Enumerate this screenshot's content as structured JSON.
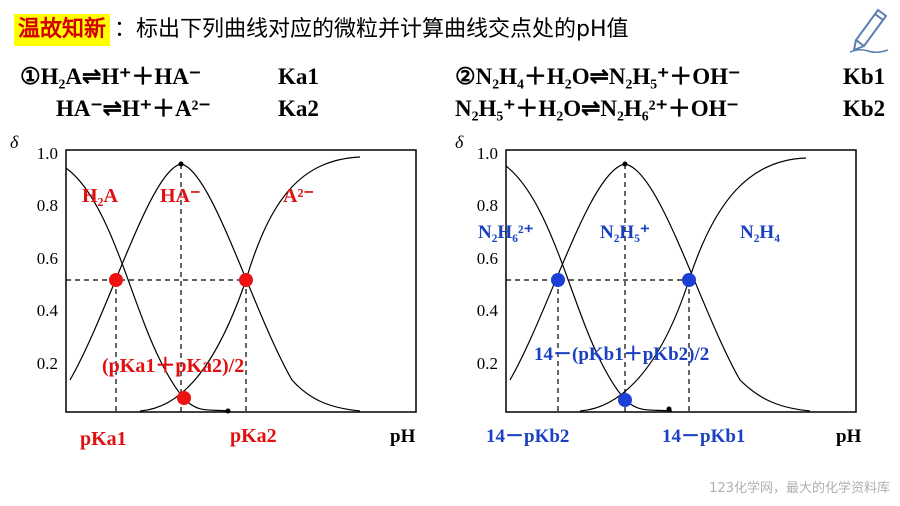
{
  "header": {
    "tag": "温故知新",
    "text": "：标出下列曲线对应的微粒并计算曲线交点处的pH值"
  },
  "left_equations": {
    "eq1": {
      "num": "①",
      "lhs": "H₂A⇌H⁺＋HA⁻",
      "k": "Ka1"
    },
    "eq2": {
      "lhs": "HA⁻⇌H⁺＋A²⁻",
      "k": "Ka2"
    }
  },
  "right_equations": {
    "eq1": {
      "num": "②",
      "lhs": "N₂H₄＋H₂O⇌N₂H₅⁺＋OH⁻",
      "k": "Kb1"
    },
    "eq2": {
      "lhs": "N₂H₅⁺＋H₂O⇌N₂H₆²⁺＋OH⁻",
      "k": "Kb2"
    }
  },
  "chart_data": [
    {
      "type": "line",
      "ylabel": "δ",
      "xlabel": "pH",
      "yticks": [
        "1.0",
        "0.8",
        "0.6",
        "0.4",
        "0.2"
      ],
      "ylim": [
        0,
        1.0
      ],
      "series": [
        {
          "name": "H₂A",
          "color": "#e01010"
        },
        {
          "name": "HA⁻",
          "color": "#e01010"
        },
        {
          "name": "A²⁻",
          "color": "#e01010"
        }
      ],
      "xtick_labels": [
        "pKa1",
        "pKa2"
      ],
      "annotation": "(pKa1＋pKa2)/2",
      "marker_color": "#ee1111"
    },
    {
      "type": "line",
      "ylabel": "δ",
      "xlabel": "pH",
      "yticks": [
        "1.0",
        "0.8",
        "0.6",
        "0.4",
        "0.2"
      ],
      "ylim": [
        0,
        1.0
      ],
      "series": [
        {
          "name": "N₂H₆²⁺",
          "color": "#1a40c0"
        },
        {
          "name": "N₂H₅⁺",
          "color": "#1a40c0"
        },
        {
          "name": "N₂H₄",
          "color": "#1a40c0"
        }
      ],
      "xtick_labels": [
        "14－pKb2",
        "14－pKb1"
      ],
      "annotation": "14－(pKb1＋pKb2)/2",
      "marker_color": "#1d3fd6"
    }
  ],
  "watermark": "123化学网，最大的化学资料库"
}
